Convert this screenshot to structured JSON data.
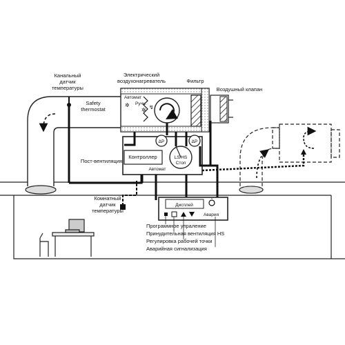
{
  "labels": {
    "duct_sensor": [
      "Канальный",
      "датчик",
      "температуры"
    ],
    "heater": [
      "Электрический",
      "воздухонагреватель"
    ],
    "filter": "Фильтр",
    "air_damper": "Воздушный клапан",
    "safety_thermostat": [
      "Safety",
      "thermostat"
    ],
    "post_ventilation": "Пост-вентиляция",
    "controller": "Контроллер",
    "automat_top": "Автомат",
    "manual": "Ручн.",
    "automat_bottom": "Автомат",
    "ls_hs": "LS/HS",
    "stop": "Стоп",
    "delta_p": "ΔP",
    "room_sensor": [
      "Комнатный",
      "датчик",
      "температуры"
    ],
    "display": "Дисплей",
    "alarm": "Авария",
    "program_control": "Программное упраление",
    "forced_hs": "Принудительная вентиляция HS",
    "setpoint": "Регулировка рабочей точки",
    "alarm_signal": "Аварийная сигнализация"
  }
}
